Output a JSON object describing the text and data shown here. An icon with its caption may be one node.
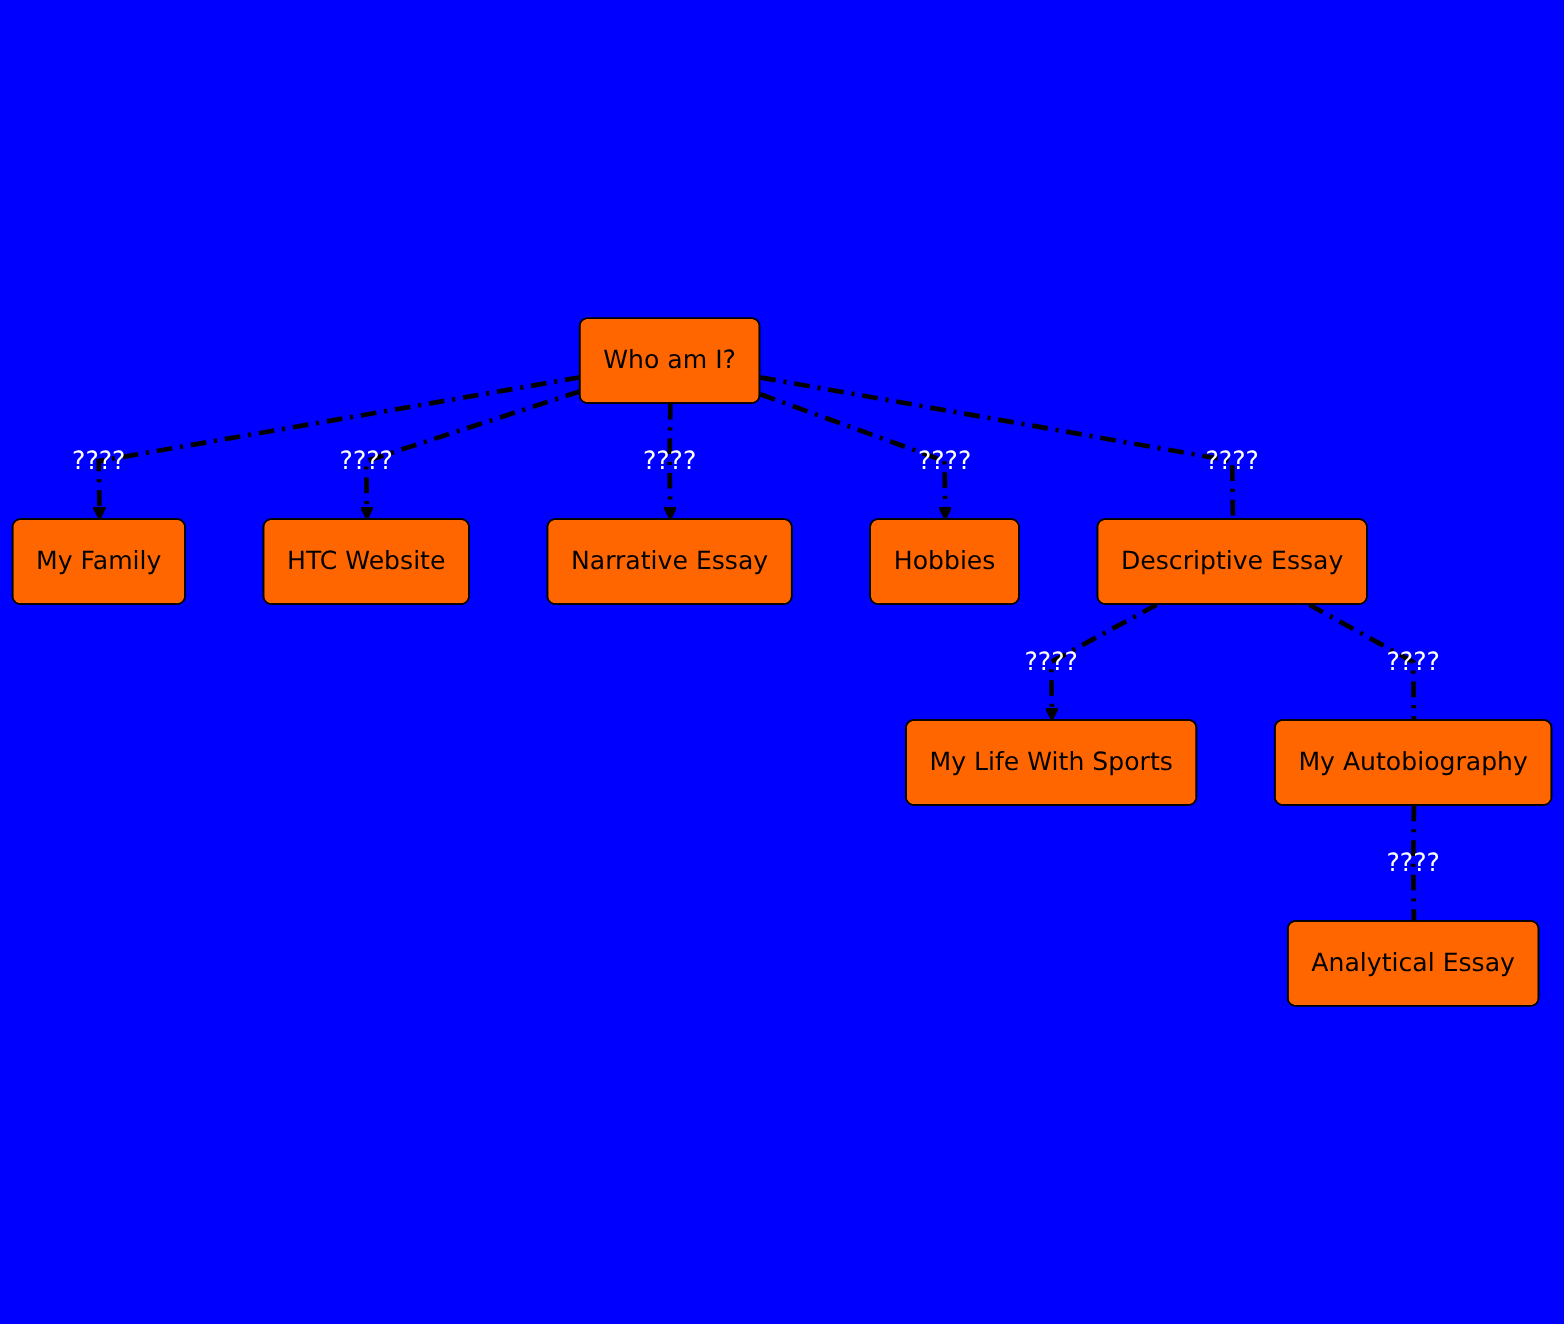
{
  "diagram": {
    "nodes": [
      {
        "text": [
          "My Family"
        ]
      },
      {
        "text": [
          "HTC Website"
        ]
      },
      {
        "text": [
          "Narrative Essay"
        ]
      },
      {
        "text": [
          "Hobbies"
        ]
      },
      {
        "text": [
          "Who am I?"
        ]
      },
      {
        "text": [
          "My Life With Sports"
        ]
      },
      {
        "text": [
          "My Autobiography"
        ]
      },
      {
        "text": [
          "Descriptive Essay"
        ]
      },
      {
        "text": [
          "Analytical Essay"
        ]
      }
    ],
    "edges": [
      {
        "from": 4,
        "to": 0,
        "arrow": "to",
        "label": "????",
        "style": "dashed"
      },
      {
        "from": 4,
        "to": 1,
        "arrow": "to",
        "label": "????",
        "style": "dashed"
      },
      {
        "from": 4,
        "to": 2,
        "arrow": "to",
        "label": "????",
        "style": "dashed"
      },
      {
        "from": 4,
        "to": 3,
        "arrow": "to",
        "label": "????",
        "style": "dashed"
      },
      {
        "from": 4,
        "to": 7,
        "arrow": "none",
        "label": "????",
        "style": "dashed"
      },
      {
        "from": 7,
        "to": 5,
        "arrow": "to",
        "label": "????",
        "style": "dashed"
      },
      {
        "from": 7,
        "to": 6,
        "arrow": "none",
        "label": "????",
        "style": "dashed"
      },
      {
        "from": 6,
        "to": 8,
        "arrow": "none",
        "label": "????",
        "style": "dashed"
      }
    ]
  }
}
